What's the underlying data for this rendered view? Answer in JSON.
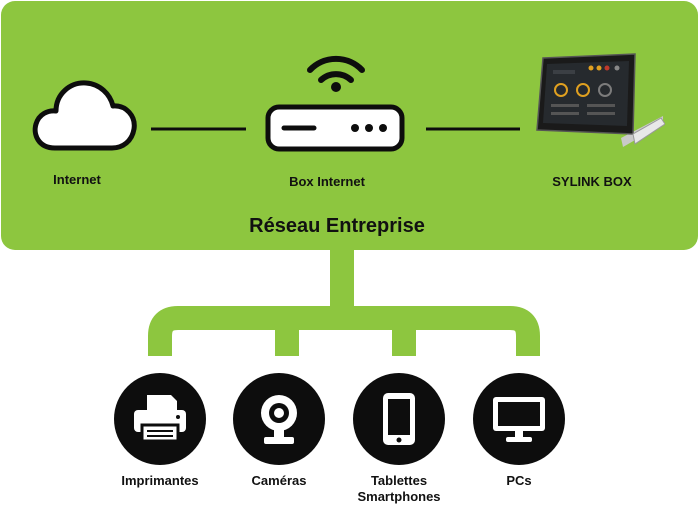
{
  "colors": {
    "green": "#8dc63f",
    "dark": "#0d0d0d"
  },
  "network": {
    "title": "Réseau Entreprise",
    "nodes": [
      {
        "label": "Internet",
        "icon": "cloud-icon"
      },
      {
        "label": "Box Internet",
        "icon": "router-icon"
      },
      {
        "label": "SYLINK BOX",
        "icon": "sylink-box-device-icon"
      }
    ]
  },
  "devices": [
    {
      "lines": [
        "Imprimantes"
      ],
      "icon": "printer-icon"
    },
    {
      "lines": [
        "Caméras"
      ],
      "icon": "webcam-icon"
    },
    {
      "lines": [
        "Tablettes",
        "Smartphones"
      ],
      "icon": "tablet-icon"
    },
    {
      "lines": [
        "PCs"
      ],
      "icon": "monitor-icon"
    }
  ]
}
